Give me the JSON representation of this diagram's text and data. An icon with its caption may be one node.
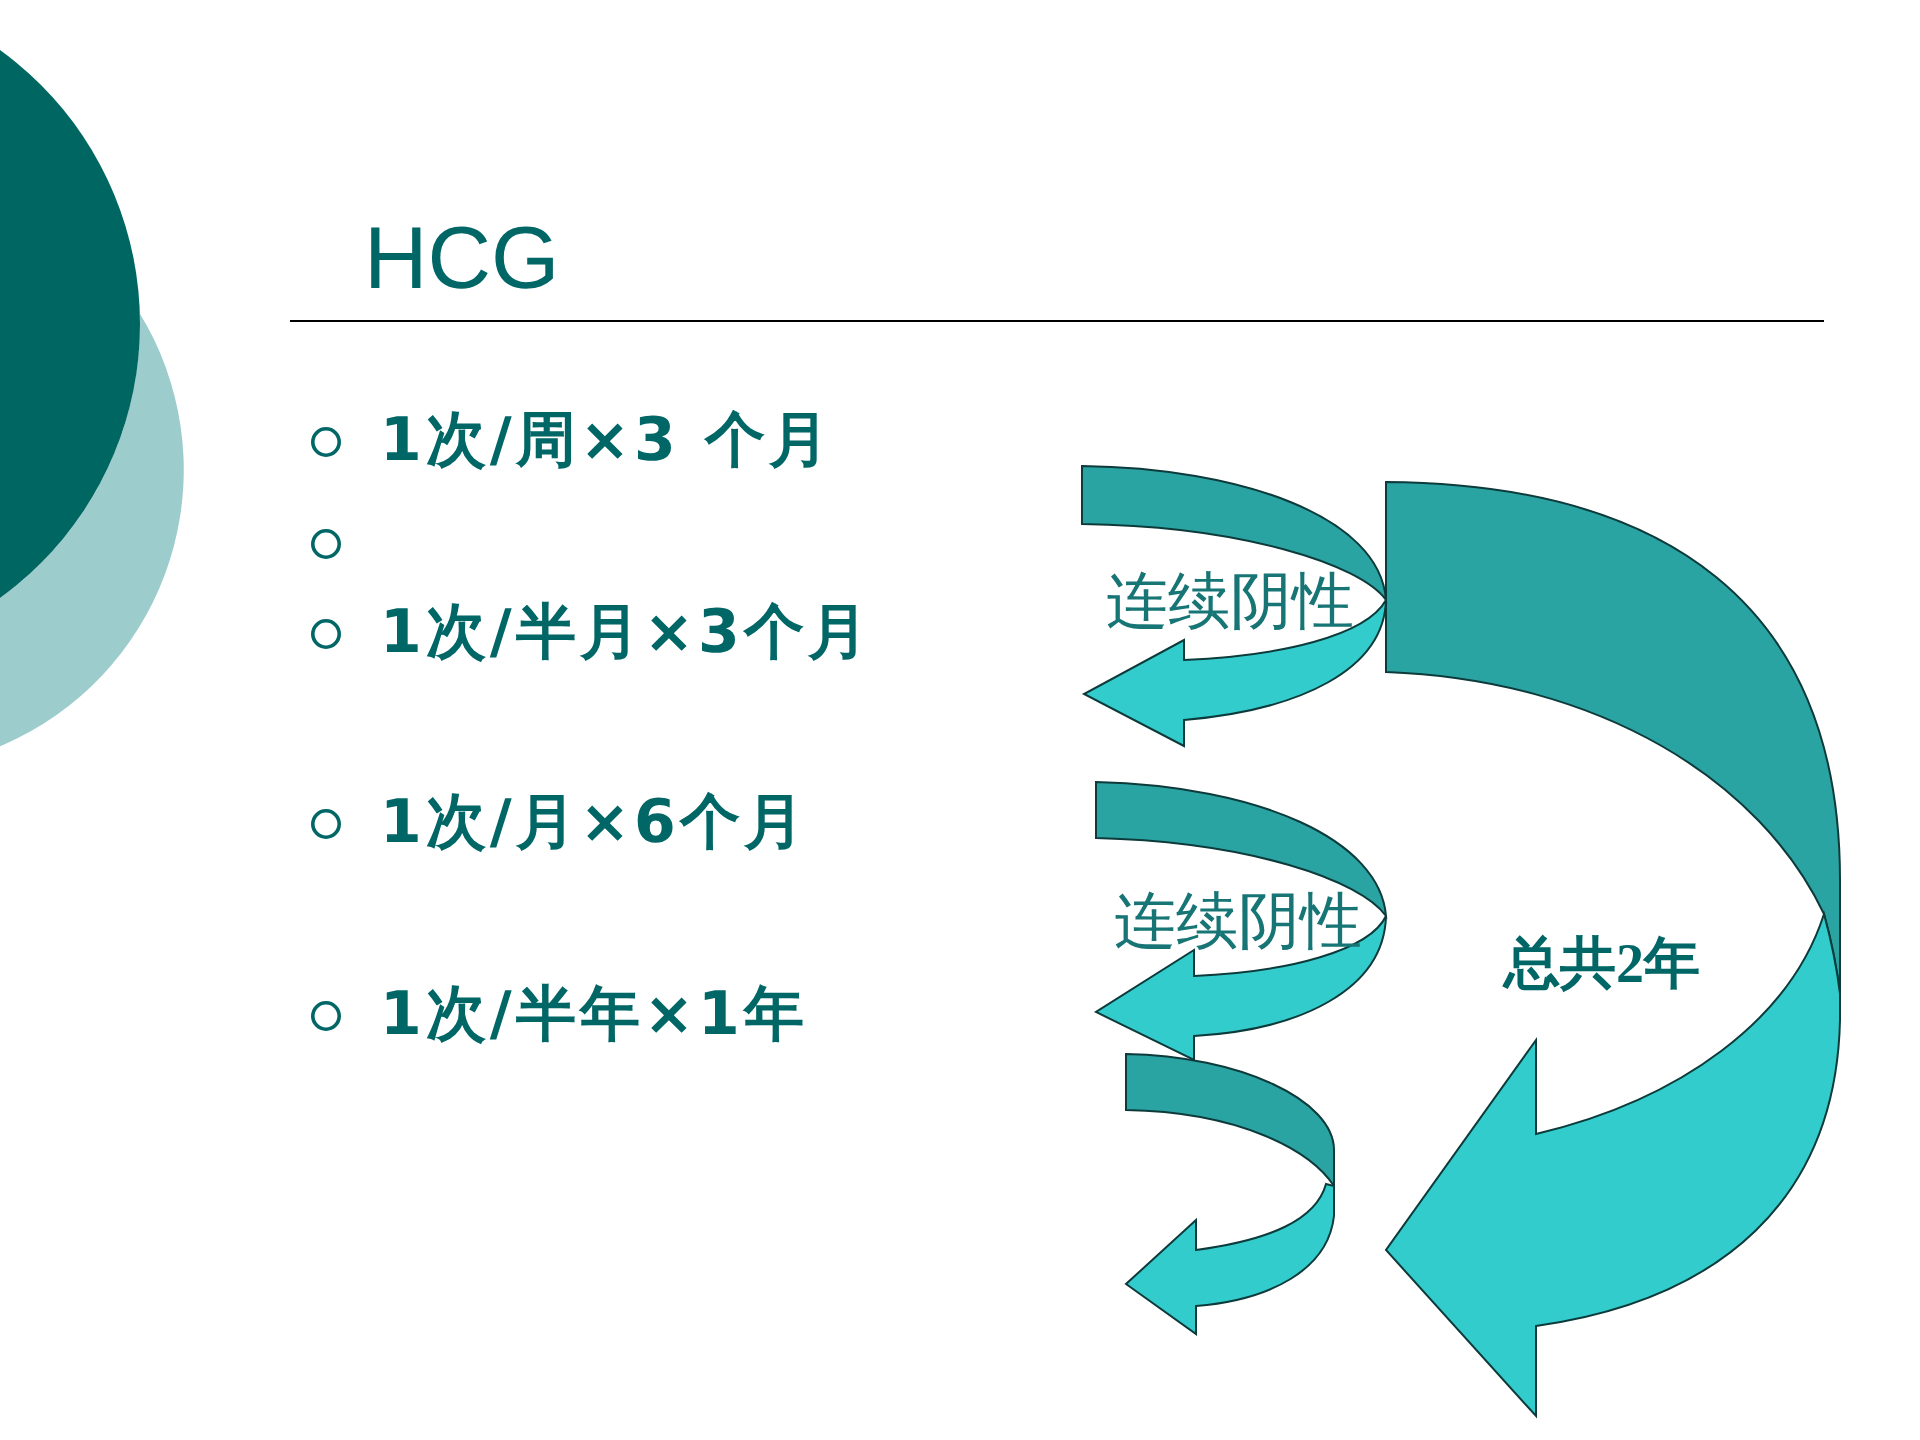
{
  "diagram": {
    "title": "HCG",
    "labels": [
      "1次/周×3 个月",
      "1次/半月×3个月",
      "1次/月×6个月",
      "1次/半年×1年",
      "连续阴性",
      "连续阴性",
      "总共2年"
    ]
  }
}
